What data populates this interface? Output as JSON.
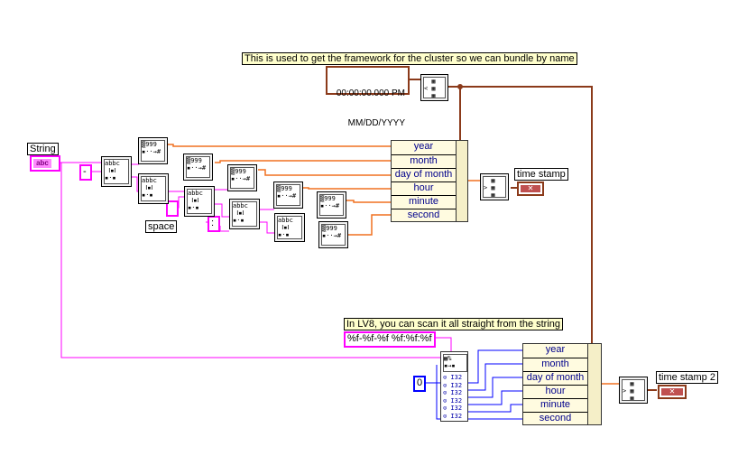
{
  "comments": {
    "framework": "This is used to get the framework for the cluster so we can bundle by name",
    "lv8": "In LV8, you can scan it all straight from the string"
  },
  "labels": {
    "string_control": "String",
    "space": "space",
    "time_stamp": "time stamp",
    "time_stamp_2": "time stamp 2"
  },
  "constants": {
    "timestamp_line1": "00:00:00.000 PM",
    "timestamp_line2": "MM/DD/YYYY",
    "dash": "-",
    "colon": ":",
    "format_string": "%f-%f-%f %f:%f:%f",
    "zero": "0"
  },
  "string_control_glyph": "abc",
  "indicator_glyph": "✕",
  "bundle_fields": [
    "year",
    "month",
    "day of month",
    "hour",
    "minute",
    "second"
  ],
  "colors": {
    "string_wire": "#ff00ff",
    "number_wire": "#f07020",
    "cluster_wire": "#8b3a1a",
    "int_wire": "#0000ff",
    "field_text": "#00008b",
    "comment_bg": "#ffffcc"
  }
}
